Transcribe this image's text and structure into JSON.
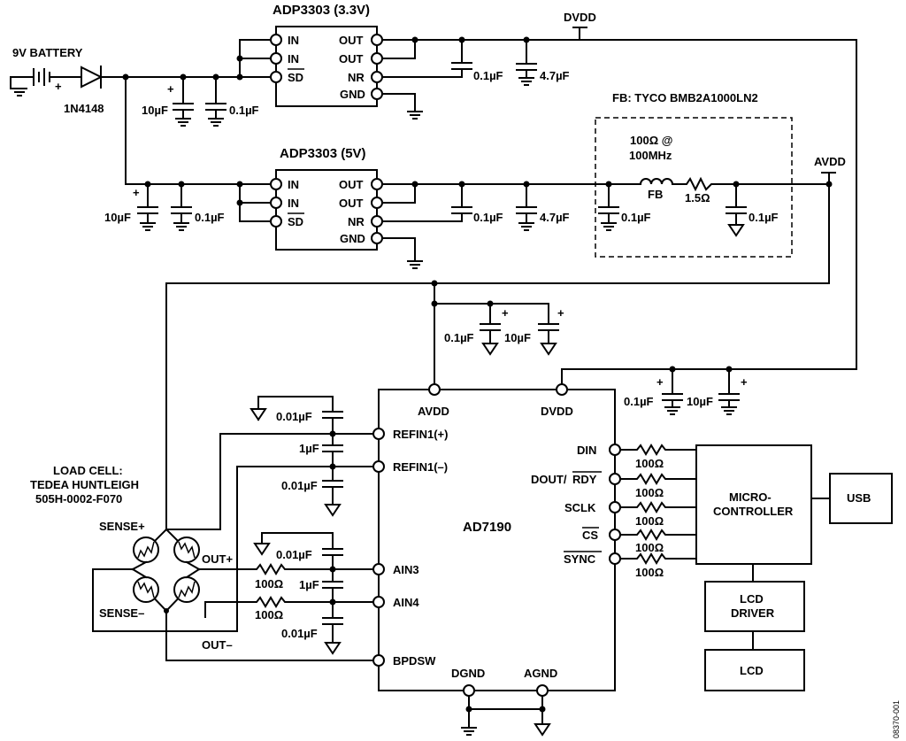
{
  "regulators": {
    "top": {
      "title": "ADP3303 (3.3V)"
    },
    "bottom": {
      "title": "ADP3303 (5V)"
    },
    "pins": {
      "in": "IN",
      "sd": "SD",
      "out": "OUT",
      "nr": "NR",
      "gnd": "GND"
    }
  },
  "power": {
    "battery": "9V BATTERY",
    "diode": "1N4148",
    "plus": "+",
    "dvdd_rail": "DVDD",
    "avdd_rail": "AVDD"
  },
  "filter": {
    "title": "FB: TYCO BMB2A1000LN2",
    "spec_line1": "100Ω @",
    "spec_line2": "100MHz",
    "fb": "FB",
    "res": "1.5Ω"
  },
  "caps": {
    "c10u": "10µF",
    "c0_1u": "0.1µF",
    "c4_7u": "4.7µF",
    "c0_01u": "0.01µF",
    "c1u": "1µF"
  },
  "adc": {
    "name": "AD7190",
    "avdd": "AVDD",
    "dvdd": "DVDD",
    "refin_p": "REFIN1(+)",
    "refin_m": "REFIN1(–)",
    "ain3": "AIN3",
    "ain4": "AIN4",
    "bpdsw": "BPDSW",
    "dgnd": "DGND",
    "agnd": "AGND",
    "din": "DIN",
    "dout": "DOUT/",
    "rdy": "RDY",
    "sclk": "SCLK",
    "cs": "CS",
    "sync": "SYNC"
  },
  "resistors": {
    "r100": "100Ω"
  },
  "load_cell": {
    "line1": "LOAD CELL:",
    "line2": "TEDEA HUNTLEIGH",
    "line3": "505H-0002-F070",
    "sense_p": "SENSE+",
    "sense_m": "SENSE–",
    "out_p": "OUT+",
    "out_m": "OUT–"
  },
  "blocks": {
    "mcu_line1": "MICRO-",
    "mcu_line2": "CONTROLLER",
    "usb": "USB",
    "lcd_driver_line1": "LCD",
    "lcd_driver_line2": "DRIVER",
    "lcd": "LCD"
  },
  "figure_id": "08370-001"
}
